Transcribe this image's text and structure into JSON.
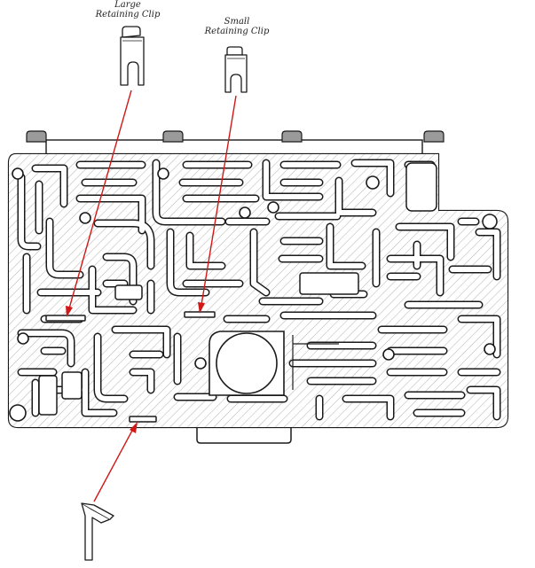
{
  "labels": {
    "large_clip": [
      "Large",
      "Retaining Clip"
    ],
    "small_clip": [
      "Small",
      "Retaining Clip"
    ]
  },
  "colors": {
    "arrow": "#d01818",
    "outline": "#1a1a1a",
    "background": "#ffffff"
  },
  "icons": {
    "large_clip": "large-retaining-clip-icon",
    "small_clip": "small-retaining-clip-icon",
    "bottom_clip": "retaining-clip-icon"
  }
}
